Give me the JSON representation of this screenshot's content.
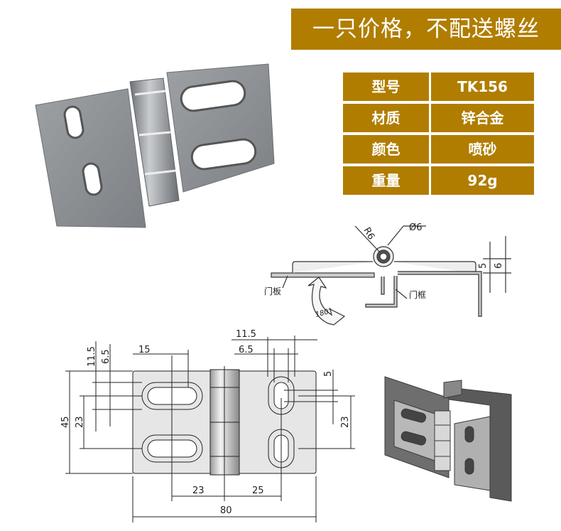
{
  "banner": "一只价格，不配送螺丝",
  "accent_color": "#b07d00",
  "specs": [
    {
      "label": "型号",
      "value": "TK156"
    },
    {
      "label": "材质",
      "value": "锌合金"
    },
    {
      "label": "颜色",
      "value": "喷砂"
    },
    {
      "label": "重量",
      "value": "92g"
    }
  ],
  "side_view": {
    "radius": "R6",
    "diameter": "Ø6",
    "dim_5": "5",
    "dim_6": "6",
    "door_panel": "门板",
    "door_frame": "门框",
    "rotation": "180°"
  },
  "front_view": {
    "left_11_5": "11.5",
    "left_6_5": "6.5",
    "slot_15": "15",
    "height_45": "45",
    "left_23": "23",
    "right_11_5": "11.5",
    "right_6_5": "6.5",
    "right_5": "5",
    "right_23": "23",
    "bottom_23": "23",
    "bottom_25": "25",
    "width_80": "80"
  }
}
